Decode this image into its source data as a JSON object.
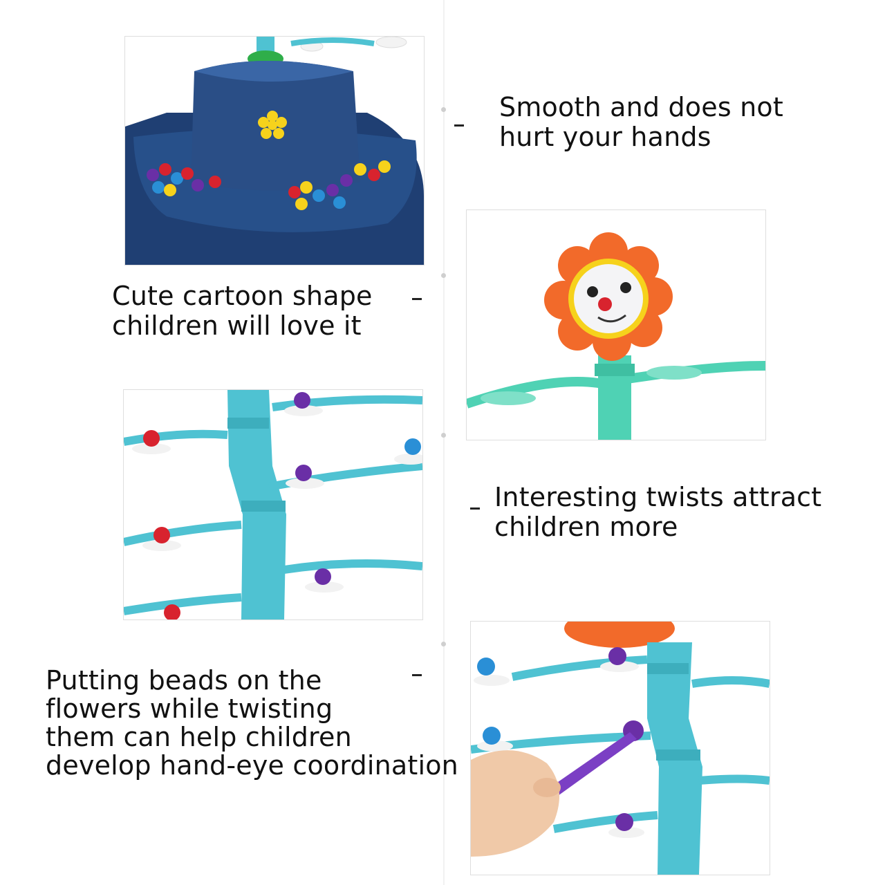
{
  "features": [
    {
      "caption_lines": [
        "Smooth and does not",
        "hurt your hands"
      ],
      "image": "blue-bead-tray-base"
    },
    {
      "caption_lines": [
        "Cute cartoon shape",
        "children will love it"
      ],
      "image": "orange-smiling-flower-head"
    },
    {
      "caption_lines": [
        "Interesting twists attract",
        "children more"
      ],
      "image": "teal-twisting-stem-with-beads"
    },
    {
      "caption_lines": [
        "Putting beads on the",
        "flowers while twisting",
        "them can help children",
        "develop hand-eye coordination"
      ],
      "image": "hand-tweezers-placing-bead"
    }
  ],
  "colors": {
    "tray_blue": "#1f3f73",
    "stem_teal": "#4fc2d2",
    "petal_orange": "#f26a2a",
    "bead_purple": "#6a2fa6",
    "bead_red": "#d8232e",
    "bead_yellow": "#f6d21c",
    "bead_blue": "#2a8fd6"
  }
}
